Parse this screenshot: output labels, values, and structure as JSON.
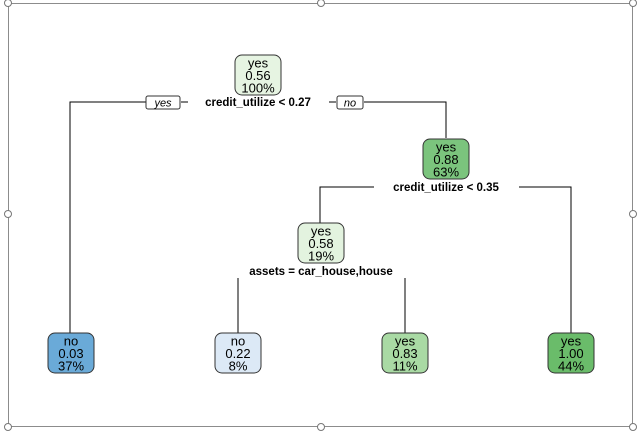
{
  "tree": {
    "nodes": {
      "root": {
        "cls": "yes",
        "prob": "0.56",
        "pct": "100%",
        "color": "#e6f4e2"
      },
      "n2": {
        "cls": "no",
        "prob": "0.03",
        "pct": "37%",
        "color": "#6aaad8"
      },
      "n3": {
        "cls": "yes",
        "prob": "0.88",
        "pct": "63%",
        "color": "#7bc47d"
      },
      "n6": {
        "cls": "yes",
        "prob": "0.58",
        "pct": "19%",
        "color": "#e3f3df"
      },
      "n12": {
        "cls": "no",
        "prob": "0.22",
        "pct": "8%",
        "color": "#dce9f6"
      },
      "n13": {
        "cls": "yes",
        "prob": "0.83",
        "pct": "11%",
        "color": "#a9daa4"
      },
      "n7": {
        "cls": "yes",
        "prob": "1.00",
        "pct": "44%",
        "color": "#6abc6a"
      }
    },
    "splits": {
      "root": "credit_utilize < 0.27",
      "n3": "credit_utilize < 0.35",
      "n6": "assets = car_house,house"
    },
    "branch_tags": {
      "left": "yes",
      "right": "no"
    }
  }
}
